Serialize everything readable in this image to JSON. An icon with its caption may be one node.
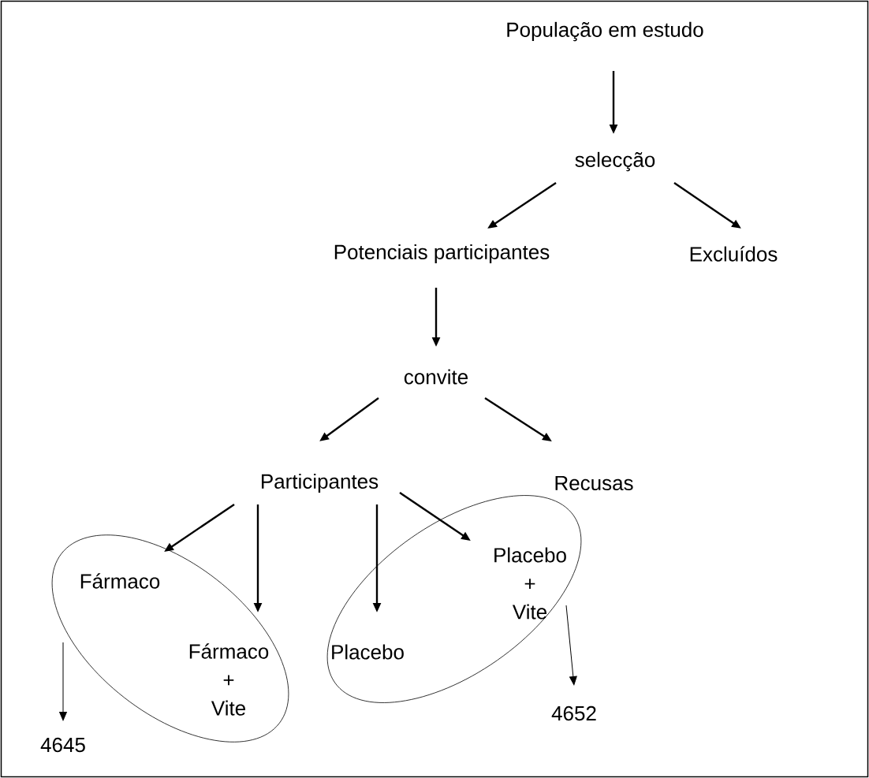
{
  "diagram": {
    "nodes": [
      {
        "text": [
          "População em estudo"
        ]
      },
      {
        "text": [
          "selecção"
        ]
      },
      {
        "text": [
          "Potenciais participantes"
        ]
      },
      {
        "text": [
          "Excluídos"
        ]
      },
      {
        "text": [
          "convite"
        ]
      },
      {
        "text": [
          "Participantes"
        ]
      },
      {
        "text": [
          "Recusas"
        ]
      },
      {
        "text": [],
        "shape": "ellipse"
      },
      {
        "text": [
          "Fármaco"
        ],
        "in": 7
      },
      {
        "text": [
          "Fármaco + Vite"
        ],
        "in": 7
      },
      {
        "text": [],
        "shape": "ellipse"
      },
      {
        "text": [
          "Placebo"
        ],
        "in": 10
      },
      {
        "text": [
          "Placebo + Vite"
        ],
        "in": 10
      },
      {
        "text": [
          "4645"
        ]
      },
      {
        "text": [
          "4652"
        ]
      }
    ],
    "edges": [
      {
        "from": 0,
        "to": 1,
        "arrow": "to"
      },
      {
        "from": 1,
        "to": 2,
        "arrow": "to"
      },
      {
        "from": 1,
        "to": 3,
        "arrow": "to"
      },
      {
        "from": 2,
        "to": 4,
        "arrow": "to"
      },
      {
        "from": 4,
        "to": 5,
        "arrow": "to"
      },
      {
        "from": 4,
        "to": 6,
        "arrow": "to"
      },
      {
        "from": 5,
        "to": 8,
        "arrow": "to"
      },
      {
        "from": 5,
        "to": 9,
        "arrow": "to"
      },
      {
        "from": 5,
        "to": 11,
        "arrow": "to"
      },
      {
        "from": 5,
        "to": 12,
        "arrow": "to"
      },
      {
        "from": 7,
        "to": 13,
        "arrow": "to"
      },
      {
        "from": 10,
        "to": 14,
        "arrow": "to"
      }
    ]
  }
}
